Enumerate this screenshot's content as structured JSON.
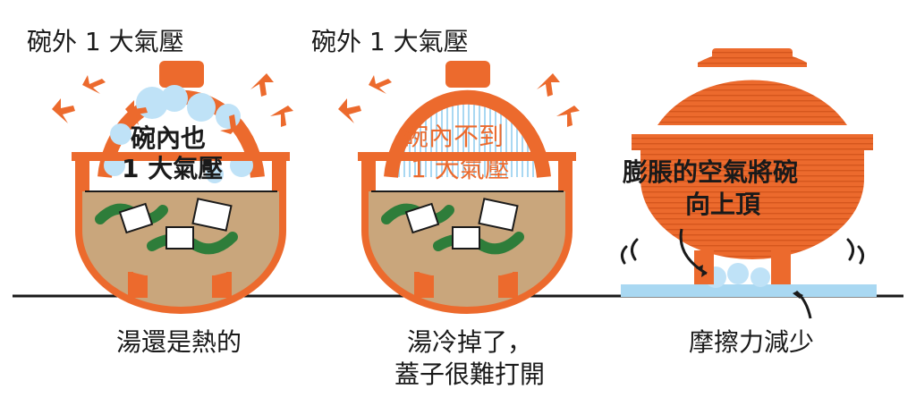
{
  "colors": {
    "orange": "#ec6a2d",
    "dark": "#1a1a1a",
    "cloud": "#bfe2f7",
    "ice": "#a9d8f2",
    "soup": "#c9a67c",
    "seaweed": "#2e7d3a",
    "water": "#a9d8f2"
  },
  "panel1": {
    "outside_label": "碗外 1 大氣壓",
    "inside_line1": "碗內也",
    "inside_line2": "1 大氣壓",
    "caption": "湯還是熱的"
  },
  "panel2": {
    "outside_label": "碗外 1 大氣壓",
    "inside_line1": "碗內不到",
    "inside_line2": "1 大氣壓",
    "caption_line1": "湯冷掉了，",
    "caption_line2": "蓋子很難打開"
  },
  "panel3": {
    "annotation_line1": "膨脹的空氣將碗",
    "annotation_line2": "向上頂",
    "caption": "摩擦力減少"
  }
}
